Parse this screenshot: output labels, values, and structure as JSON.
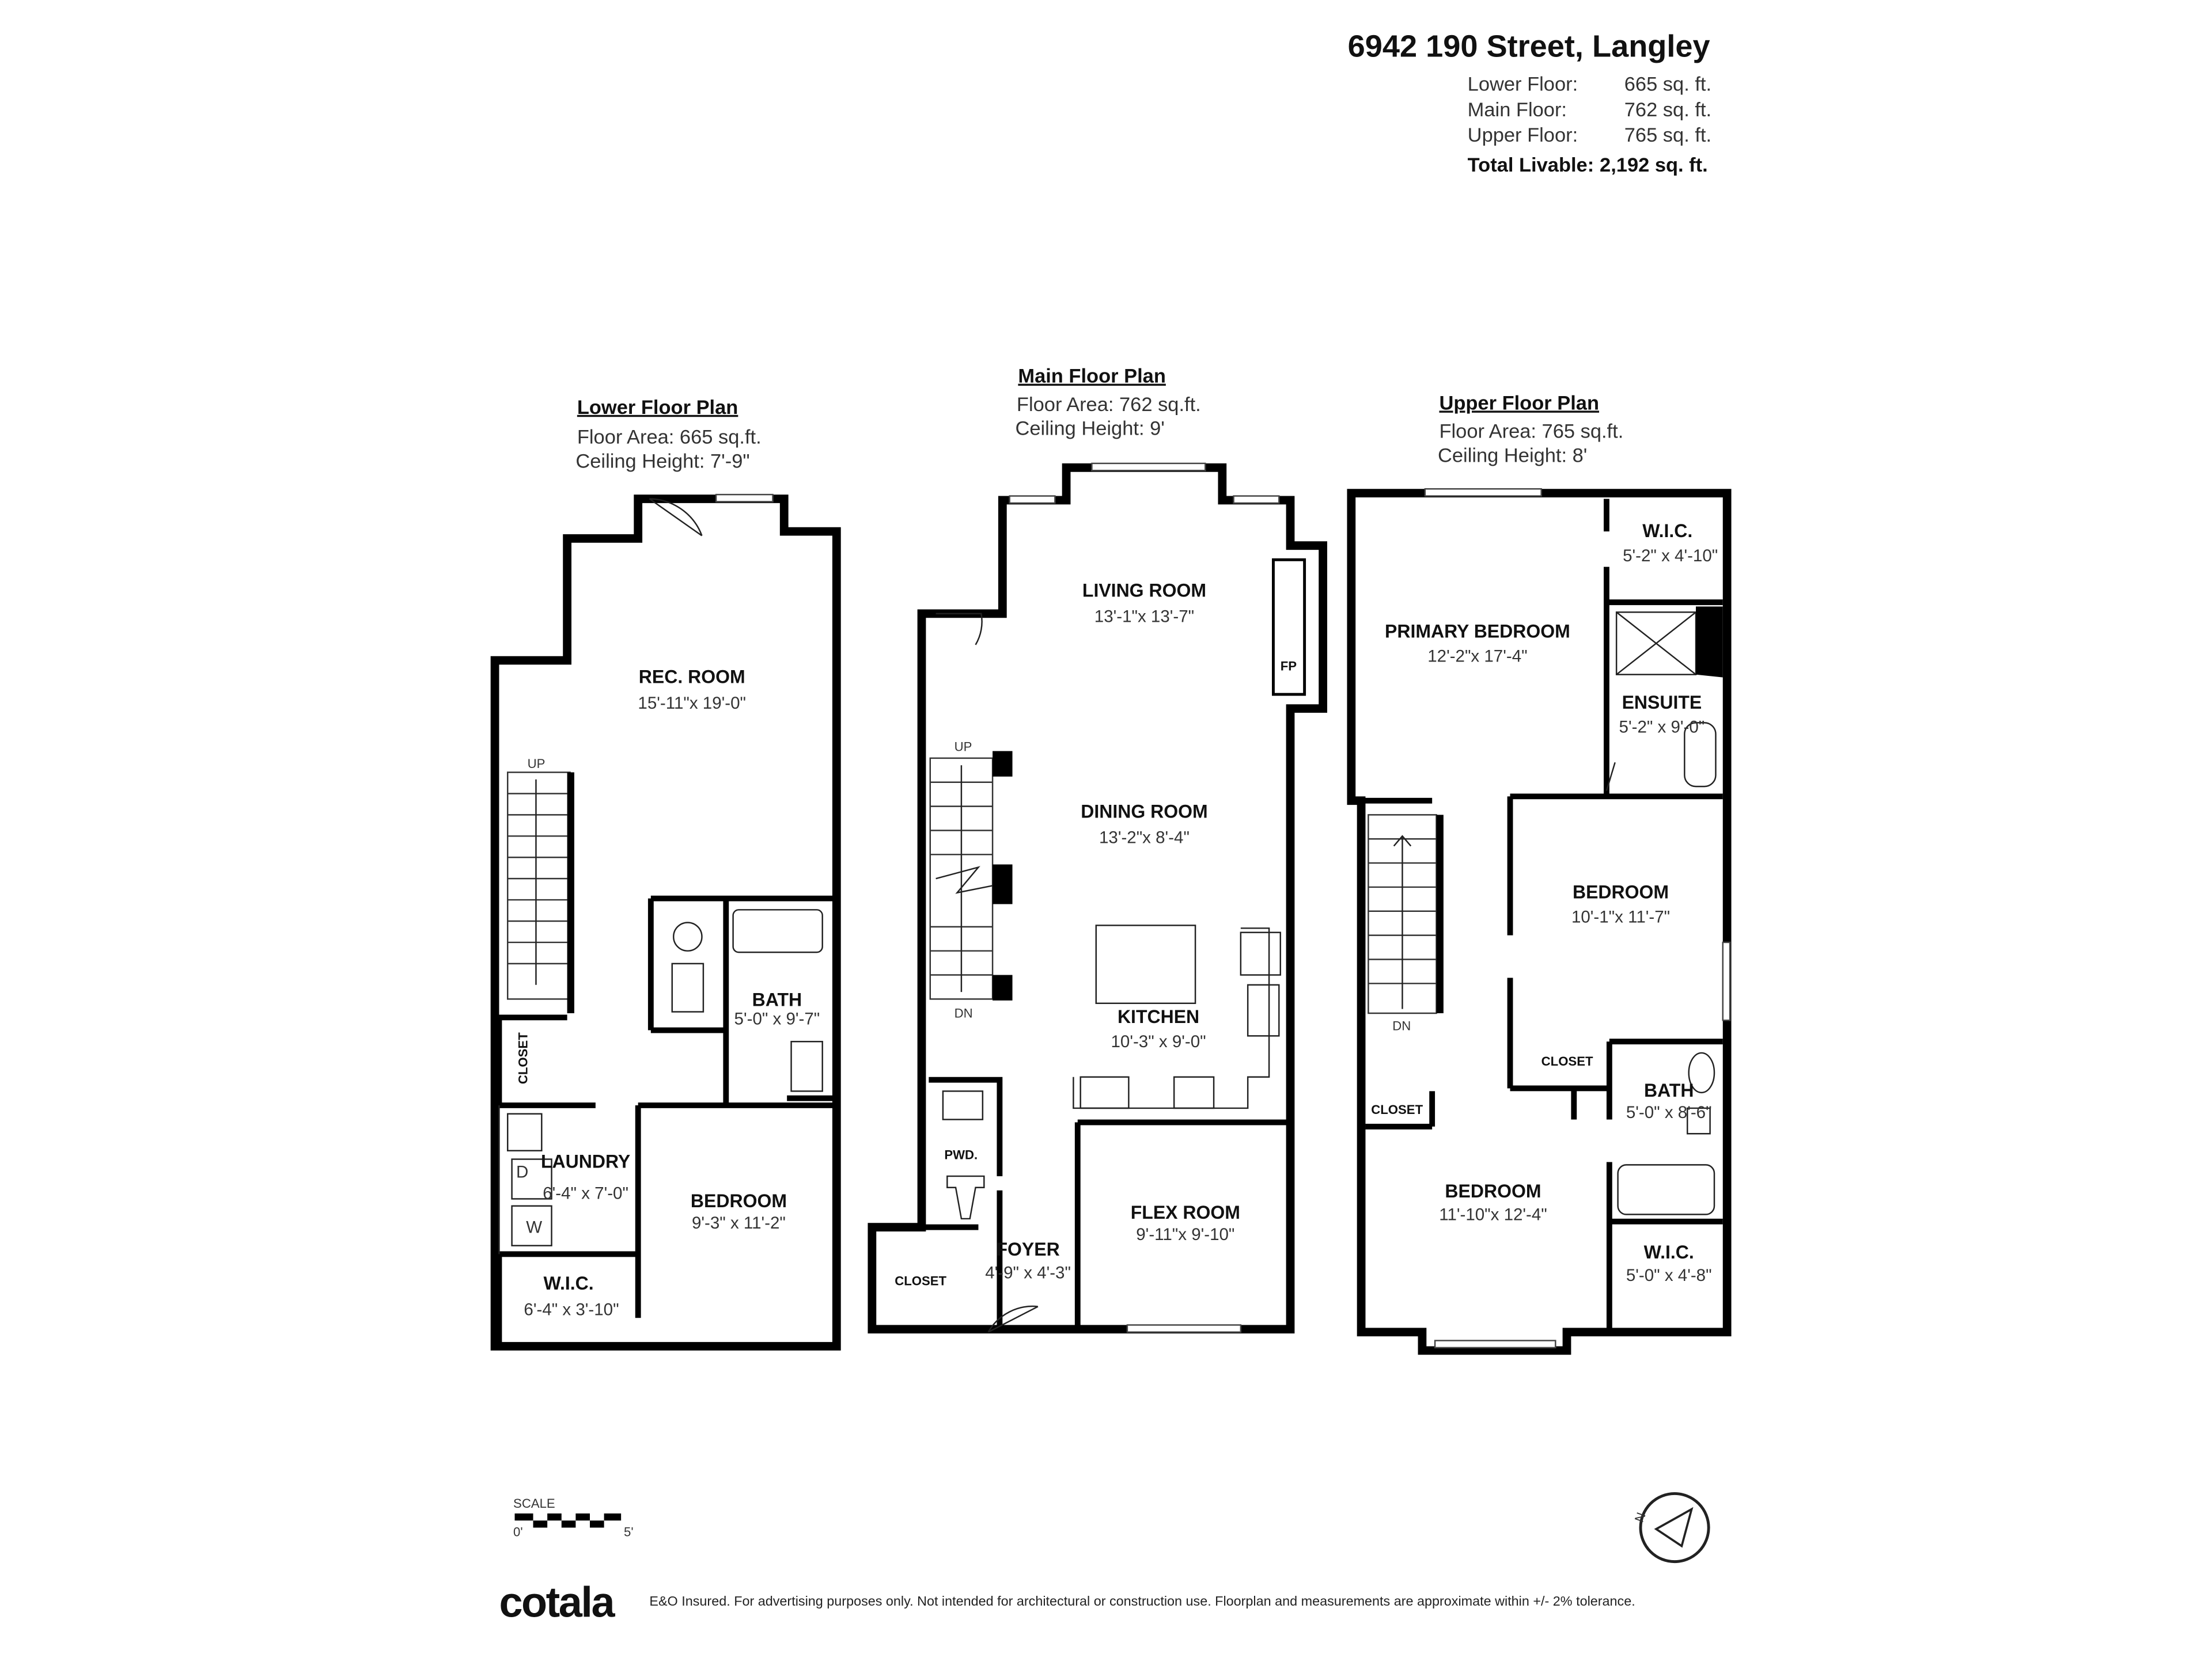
{
  "header": {
    "address": "6942 190 Street, Langley",
    "areas": [
      {
        "label": "Lower Floor:",
        "value": "665 sq. ft."
      },
      {
        "label": "Main Floor:",
        "value": "762 sq. ft."
      },
      {
        "label": "Upper Floor:",
        "value": "765 sq. ft."
      }
    ],
    "total_label": "Total Livable:",
    "total_value": "2,192 sq. ft."
  },
  "plans": {
    "lower": {
      "title": "Lower Floor Plan",
      "area": "Floor Area: 665 sq.ft.",
      "ceiling": "Ceiling Height: 7'-9\"",
      "rooms": [
        {
          "name": "REC. ROOM",
          "dim": "15'-11\"x 19'-0\""
        },
        {
          "name": "BATH",
          "dim": "5'-0\" x 9'-7\""
        },
        {
          "name": "LAUNDRY",
          "dim": "6'-4\" x 7'-0\""
        },
        {
          "name": "BEDROOM",
          "dim": "9'-3\" x 11'-2\""
        },
        {
          "name": "W.I.C.",
          "dim": "6'-4\" x 3'-10\""
        }
      ],
      "labels": {
        "closet": "CLOSET",
        "up": "UP",
        "dryer": "D",
        "washer": "W"
      }
    },
    "main": {
      "title": "Main Floor Plan",
      "area": "Floor Area: 762 sq.ft.",
      "ceiling": "Ceiling Height: 9'",
      "rooms": [
        {
          "name": "LIVING ROOM",
          "dim": "13'-1\"x 13'-7\""
        },
        {
          "name": "DINING ROOM",
          "dim": "13'-2\"x 8'-4\""
        },
        {
          "name": "KITCHEN",
          "dim": "10'-3\" x 9'-0\""
        },
        {
          "name": "FLEX ROOM",
          "dim": "9'-11\"x 9'-10\""
        },
        {
          "name": "FOYER",
          "dim": "4'-9\" x 4'-3\""
        }
      ],
      "labels": {
        "fp": "FP",
        "pwd": "PWD.",
        "closet": "CLOSET",
        "up": "UP",
        "dn": "DN"
      }
    },
    "upper": {
      "title": "Upper Floor Plan",
      "area": "Floor Area: 765 sq.ft.",
      "ceiling": "Ceiling Height: 8'",
      "rooms": [
        {
          "name": "PRIMARY BEDROOM",
          "dim": "12'-2\"x 17'-4\""
        },
        {
          "name": "W.I.C.",
          "dim": "5'-2\" x 4'-10\""
        },
        {
          "name": "ENSUITE",
          "dim": "5'-2\" x 9'-0\""
        },
        {
          "name": "BEDROOM",
          "dim": "10'-1\"x 11'-7\""
        },
        {
          "name": "BATH",
          "dim": "5'-0\" x 8'-6\""
        },
        {
          "name": "BEDROOM",
          "dim": "11'-10\"x 12'-4\""
        },
        {
          "name": "W.I.C.",
          "dim": "5'-0\" x 4'-8\""
        }
      ],
      "labels": {
        "closet": "CLOSET",
        "closet2": "CLOSET",
        "dn": "DN"
      }
    }
  },
  "scale": {
    "label": "SCALE",
    "min": "0'",
    "max": "5'"
  },
  "compass": {
    "label": "N"
  },
  "footer": {
    "brand": "cotala",
    "disclaimer": "E&O Insured. For advertising purposes only. Not intended for architectural or construction use. Floorplan and measurements are approximate within +/- 2% tolerance."
  }
}
